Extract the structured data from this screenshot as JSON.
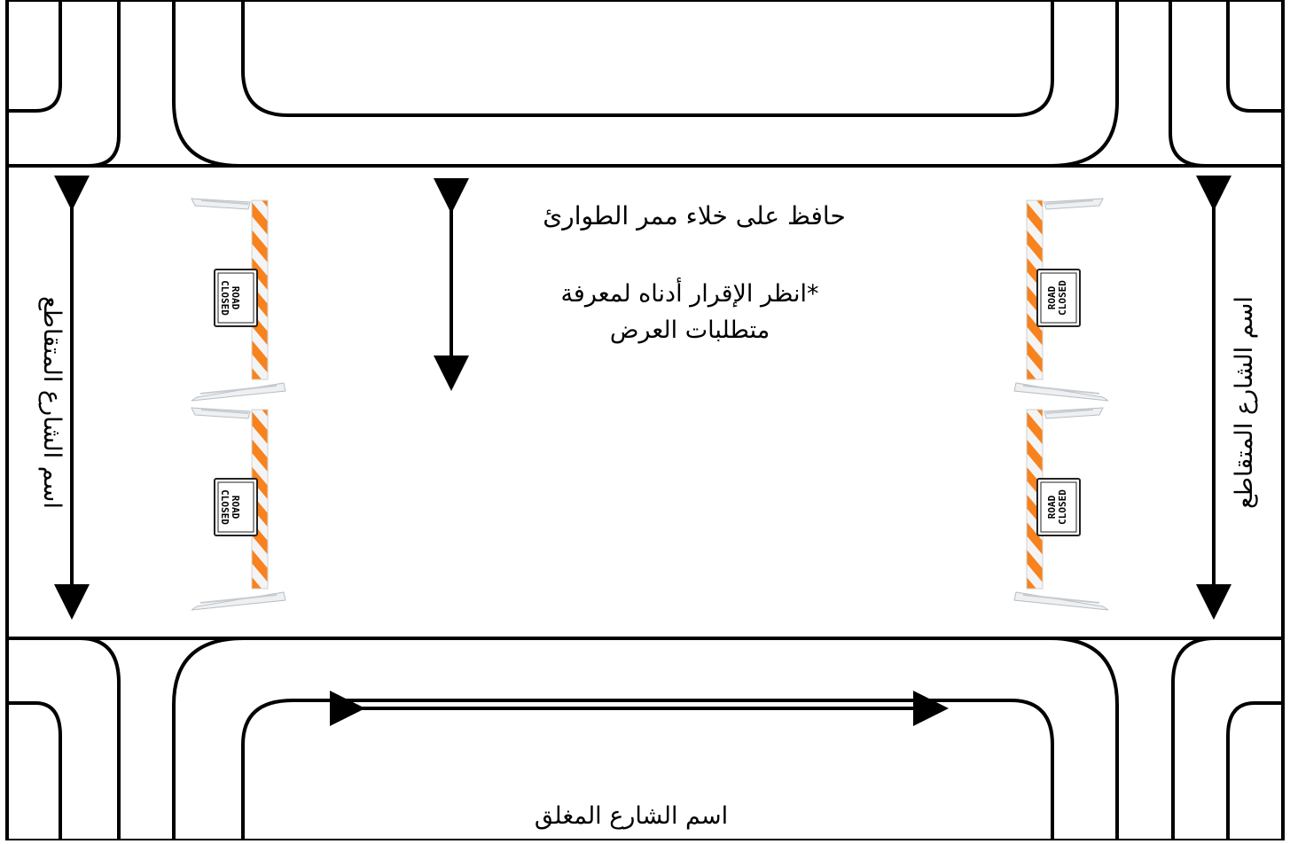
{
  "labels": {
    "emergency_lane": "حافظ على خلاء ممر الطوارئ",
    "disclaimer_line1": "*انظر الإقرار أدناه لمعرفة",
    "disclaimer_line2": "متطلبات العرض",
    "cross_street_left": "اسم الشارع المتقاطع",
    "cross_street_right": "اسم الشارع المتقاطع",
    "closed_street": "اسم الشارع المغلق"
  },
  "barricade_sign": {
    "line1": "ROAD",
    "line2": "CLOSED"
  },
  "colors": {
    "stripe_orange": "#f7821e",
    "stripe_white": "#f4f4f4",
    "road_line": "#000000",
    "barricade_frame": "#dfe3e6"
  },
  "icons": [
    "double-arrow-icon",
    "road-closed-barricade-icon"
  ]
}
